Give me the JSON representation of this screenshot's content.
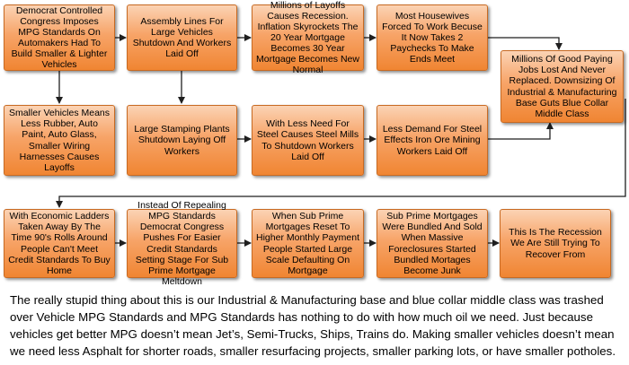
{
  "diagram": {
    "boxes": [
      {
        "id": "b1",
        "text": "Democrat Controlled Congress Imposes MPG Standards On Automakers Had To Build Smaller & Lighter Vehicles"
      },
      {
        "id": "b2",
        "text": "Assembly Lines For Large Vehicles Shutdown And Workers Laid Off"
      },
      {
        "id": "b3",
        "text": "Millions of Layoffs Causes Recession. Inflation Skyrockets The 20 Year Mortgage Becomes 30 Year Mortgage Becomes New Normal"
      },
      {
        "id": "b4",
        "text": "Most Housewives Forced To Work Becuse It Now Takes 2 Paychecks To Make Ends Meet"
      },
      {
        "id": "b5",
        "text": "Millions Of Good Paying Jobs Lost And Never Replaced. Downsizing Of Industrial & Manufacturing Base Guts Blue Collar Middle Class"
      },
      {
        "id": "b6",
        "text": "Smaller Vehicles Means Less Rubber, Auto Paint, Auto Glass, Smaller Wiring Harnesses Causes Layoffs"
      },
      {
        "id": "b7",
        "text": "Large Stamping Plants Shutdown Laying Off Workers"
      },
      {
        "id": "b8",
        "text": "With Less Need For Steel Causes Steel Mills To Shutdown Workers Laid Off"
      },
      {
        "id": "b9",
        "text": "Less Demand For Steel Effects Iron Ore Mining Workers Laid Off"
      },
      {
        "id": "b10",
        "text": "With Economic Ladders Taken Away By The Time 90's Rolls Around People Can't Meet Credit Standards To Buy Home"
      },
      {
        "id": "b11",
        "text": "Instead Of Repealing MPG Standards Democrat Congress Pushes For Easier Credit Standards Setting Stage For Sub Prime Mortgage Meltdown"
      },
      {
        "id": "b12",
        "text": "When Sub Prime Mortgages Reset To Higher Monthly Payment People Started Large Scale Defaulting On Mortgage"
      },
      {
        "id": "b13",
        "text": "Sub Prime Mortgages Were Bundled And Sold When Massive Foreclosures Started Bundled Mortages Become Junk"
      },
      {
        "id": "b14",
        "text": "This Is The Recession We Are Still Trying To Recover From"
      }
    ]
  },
  "caption": "The really stupid thing about this is our Industrial & Manufacturing base and blue collar middle class was trashed over Vehicle MPG Standards and MPG Standards has nothing to do with how much oil we need. Just because vehicles get better MPG doesn’t mean Jet’s, Semi-Trucks, Ships, Trains do. Making smaller vehicles doesn’t mean we need less Asphalt for shorter roads, smaller resurfacing projects, smaller parking lots, or have smaller potholes."
}
